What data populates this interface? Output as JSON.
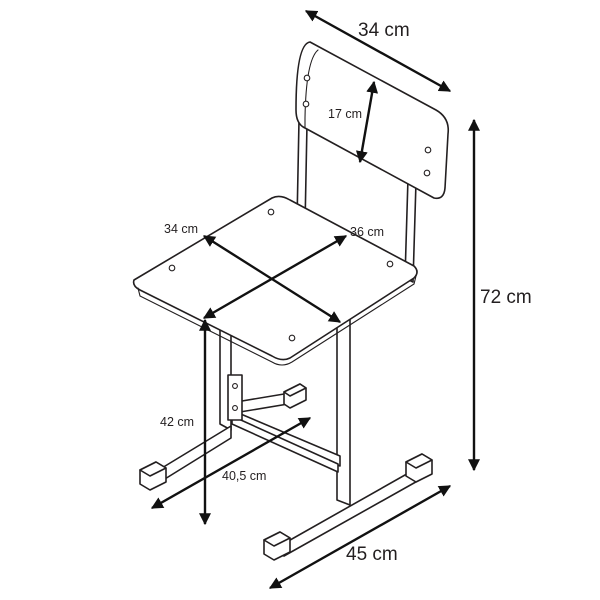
{
  "dimensions": {
    "top_width": "34 cm",
    "back_height": "17 cm",
    "seat_width": "34 cm",
    "seat_depth": "36 cm",
    "total_height": "72 cm",
    "seat_height": "42 cm",
    "frame_depth": "40,5 cm",
    "base_width": "45 cm"
  }
}
